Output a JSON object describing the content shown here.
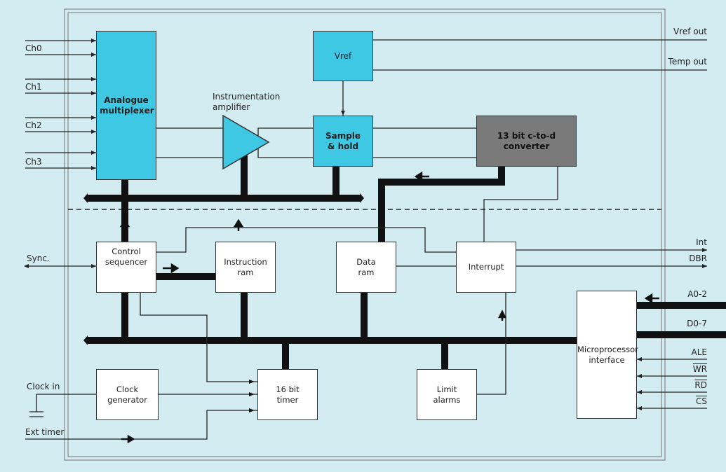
{
  "diagram": {
    "inputs": {
      "channels": [
        "Ch0",
        "Ch1",
        "Ch2",
        "Ch3"
      ],
      "sync": "Sync.",
      "clock_in": "Clock in",
      "ext_timer": "Ext timer"
    },
    "outputs": {
      "vref_out": "Vref out",
      "temp_out": "Temp out",
      "int": "Int",
      "dbr": "DBR",
      "addr": "A0-2",
      "data": "D0-7",
      "ale": "ALE",
      "wr": "WR",
      "rd": "RD",
      "cs": "CS"
    },
    "blocks": {
      "mux": "Analogue multiplexer",
      "amp": "Instrumentation amplifier",
      "vref": "Vref",
      "sample_hold": "Sample & hold",
      "adc": "13 bit c-to-d converter",
      "control": "Control sequencer",
      "instr_ram": "Instruction ram",
      "data_ram": "Data ram",
      "interrupt": "Interrupt",
      "mpu": "Microprocessor interface",
      "clock_gen": "Clock generator",
      "timer": "16 bit timer",
      "limit": "Limit alarms"
    },
    "colors": {
      "analogue_block": "#3ec8e4",
      "converter_block": "#7a7a7a",
      "digital_block": "#ffffff",
      "background": "#d3ecf1",
      "bus": "#111111"
    }
  }
}
